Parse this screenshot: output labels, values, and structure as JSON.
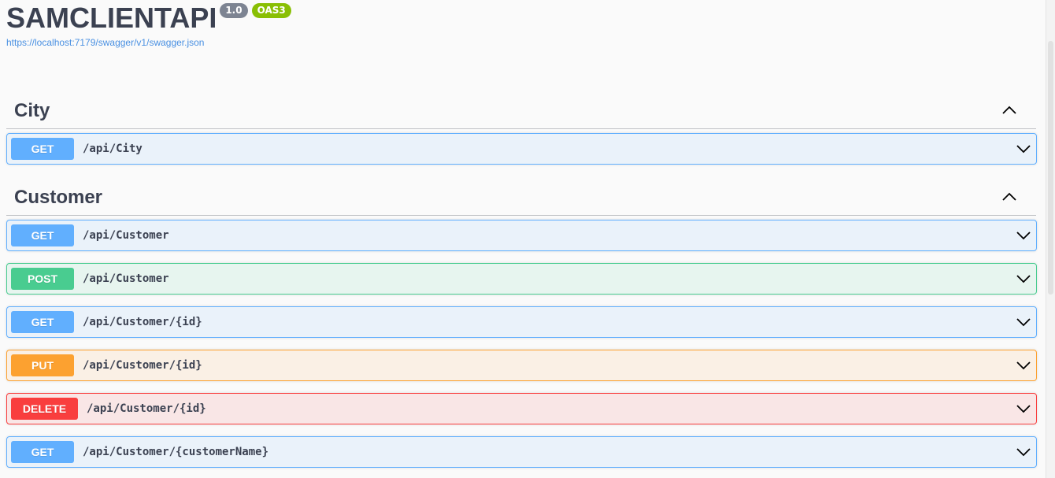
{
  "info": {
    "title": "SAMCLIENTAPI",
    "version": "1.0",
    "oas": "OAS3",
    "spec_url": "https://localhost:7179/swagger/v1/swagger.json"
  },
  "tags": [
    {
      "name": "City",
      "operations": [
        {
          "method": "GET",
          "path": "/api/City"
        }
      ]
    },
    {
      "name": "Customer",
      "operations": [
        {
          "method": "GET",
          "path": "/api/Customer"
        },
        {
          "method": "POST",
          "path": "/api/Customer"
        },
        {
          "method": "GET",
          "path": "/api/Customer/{id}"
        },
        {
          "method": "PUT",
          "path": "/api/Customer/{id}"
        },
        {
          "method": "DELETE",
          "path": "/api/Customer/{id}"
        },
        {
          "method": "GET",
          "path": "/api/Customer/{customerName}"
        }
      ]
    }
  ],
  "colors": {
    "get": "#61affe",
    "post": "#49cc90",
    "put": "#fca130",
    "delete": "#f93e3e",
    "version_badge": "#7d8492",
    "oas_badge": "#89bf04",
    "link": "#4990e2"
  },
  "icons": {
    "tag_toggle": "chevron-up-icon",
    "op_toggle": "chevron-down-icon"
  }
}
